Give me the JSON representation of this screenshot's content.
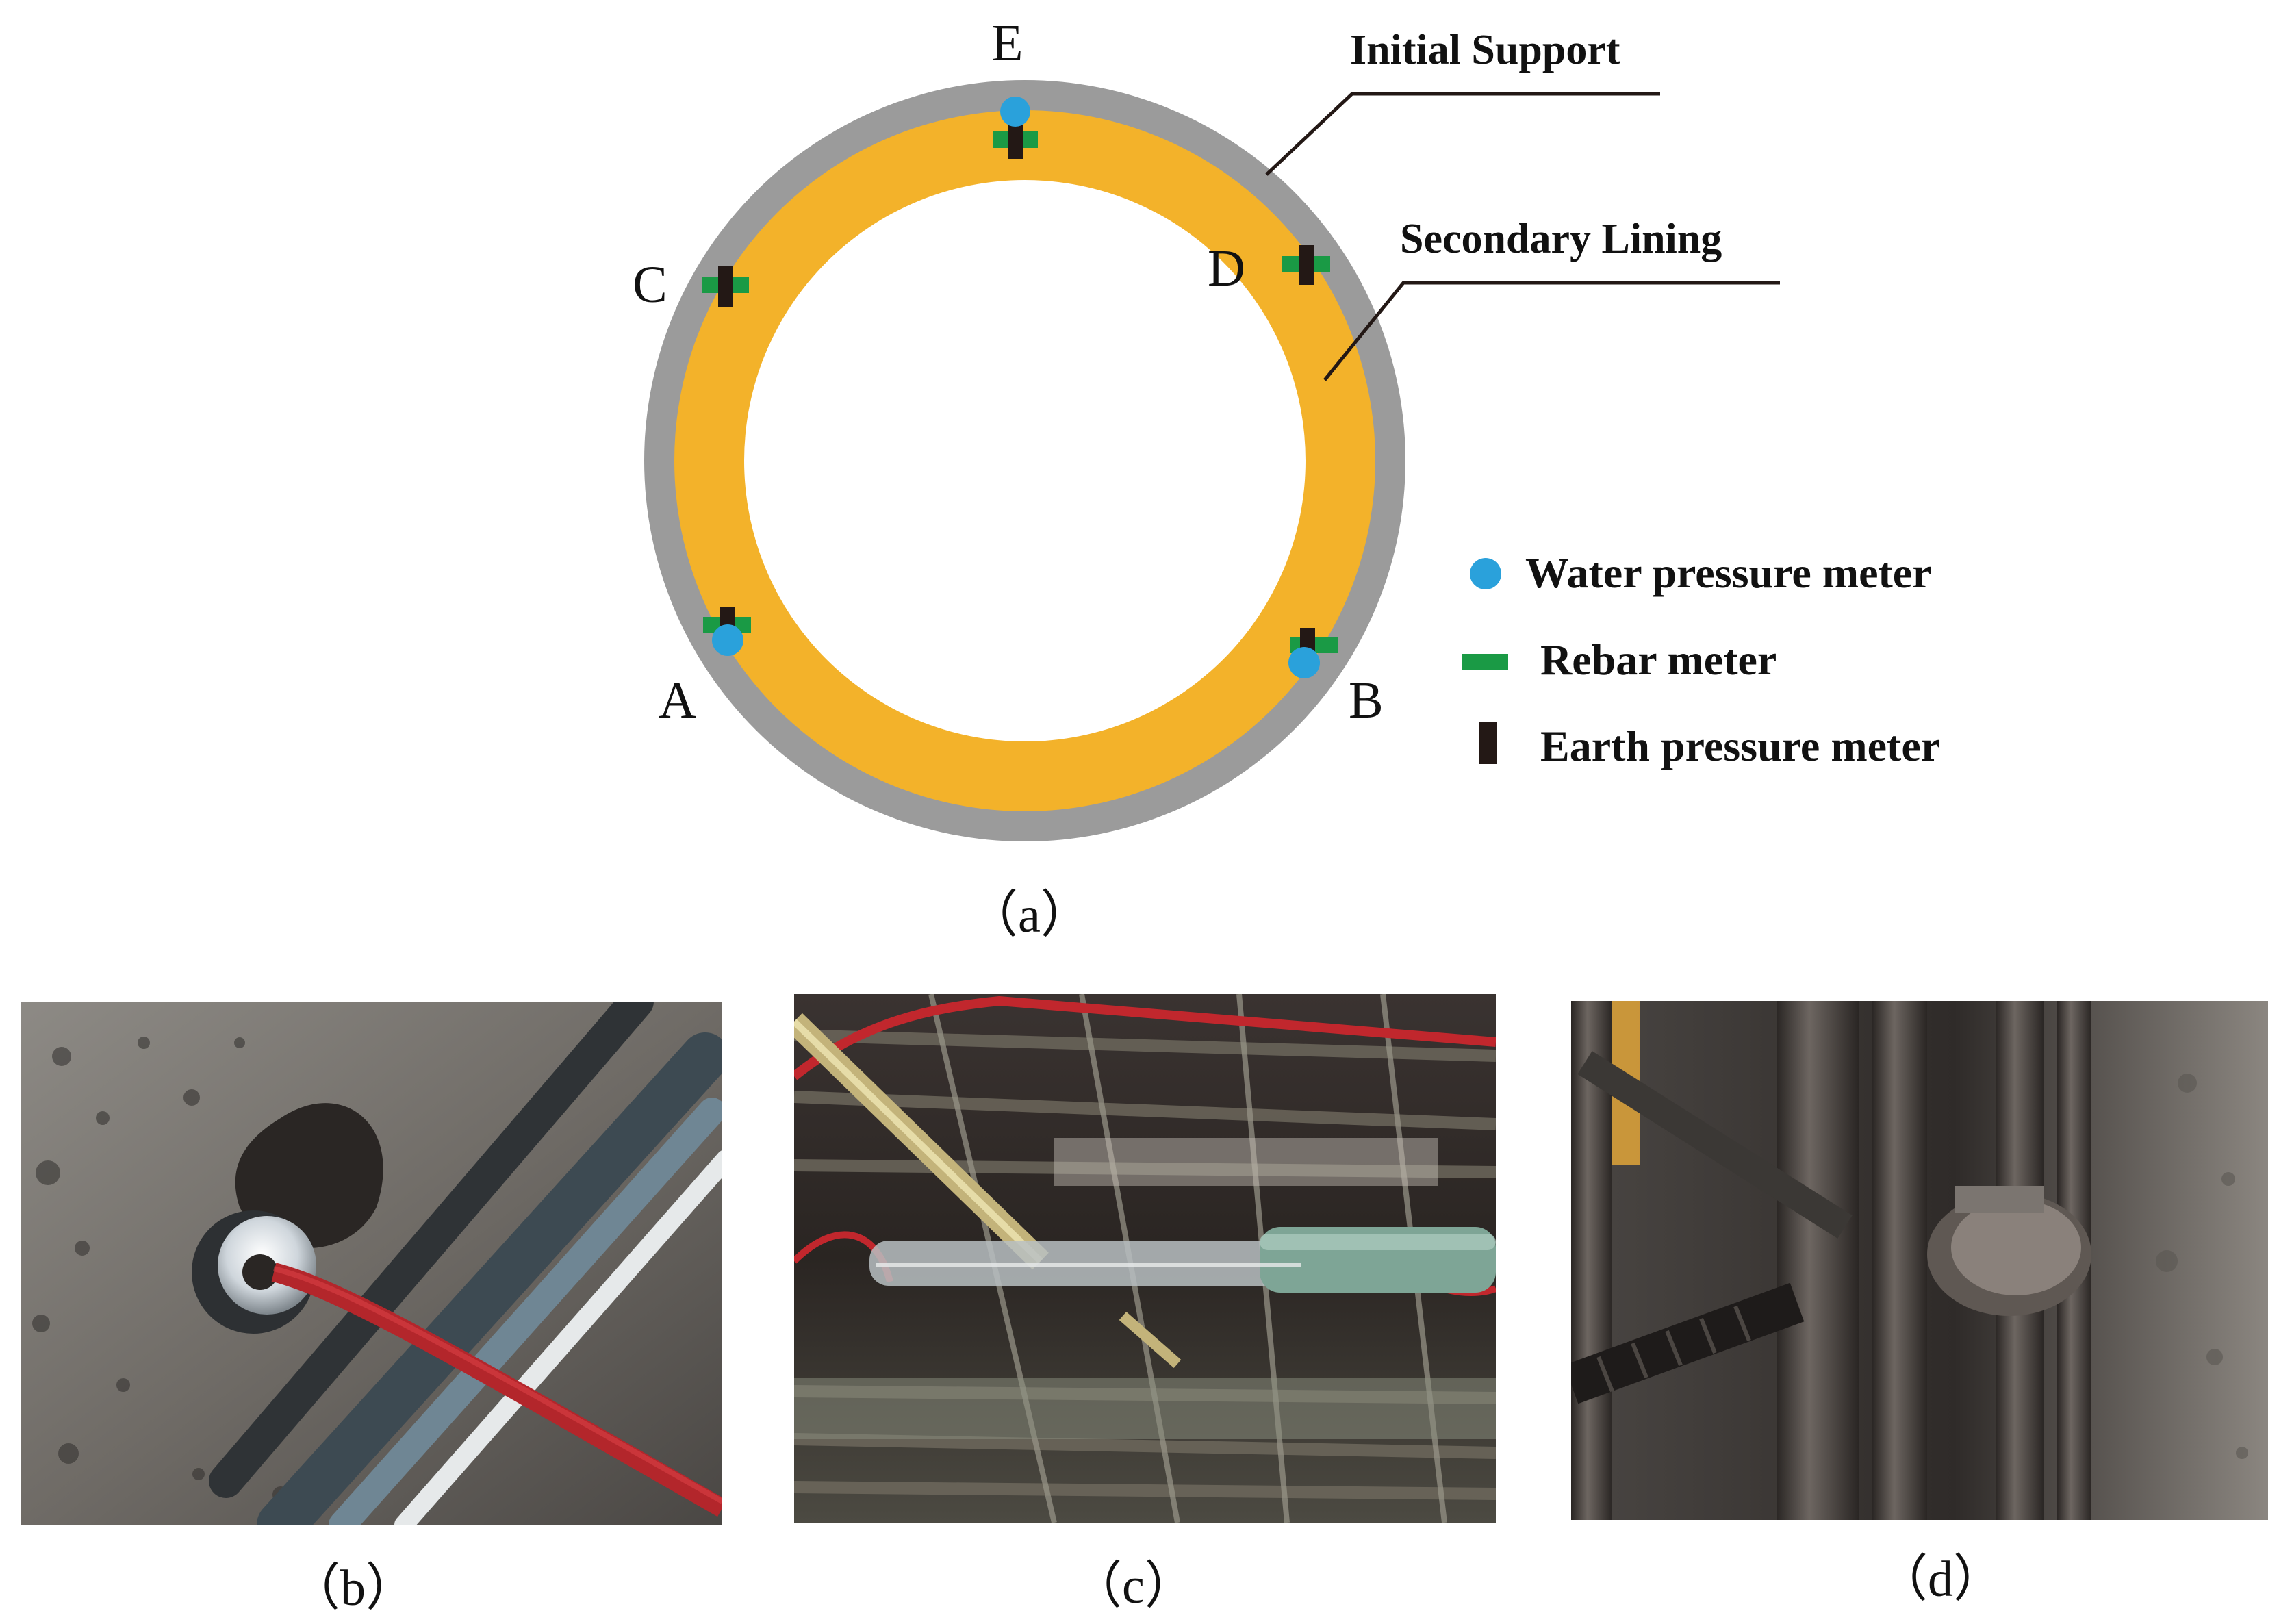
{
  "diagram": {
    "point_labels": {
      "A": "A",
      "B": "B",
      "C": "C",
      "D": "D",
      "E": "E"
    },
    "callouts": {
      "initial_support": "Initial Support",
      "secondary_lining": "Secondary Lining"
    },
    "legend": [
      {
        "name": "water",
        "label": "Water pressure meter",
        "color": "#2aa1db",
        "icon": "circle"
      },
      {
        "name": "rebar",
        "label": "Rebar meter",
        "color": "#1a9a45",
        "icon": "horizontal-bar"
      },
      {
        "name": "earth",
        "label": "Earth pressure meter",
        "color": "#231815",
        "icon": "vertical-bar"
      }
    ],
    "colors": {
      "initial_support": "#9b9b9b",
      "secondary_lining": "#f3b22a",
      "water": "#2aa1db",
      "rebar": "#1a9a45",
      "earth": "#231815"
    }
  },
  "captions": {
    "a": "（a）",
    "b": "（b）",
    "c": "（c）",
    "d": "（d）"
  }
}
